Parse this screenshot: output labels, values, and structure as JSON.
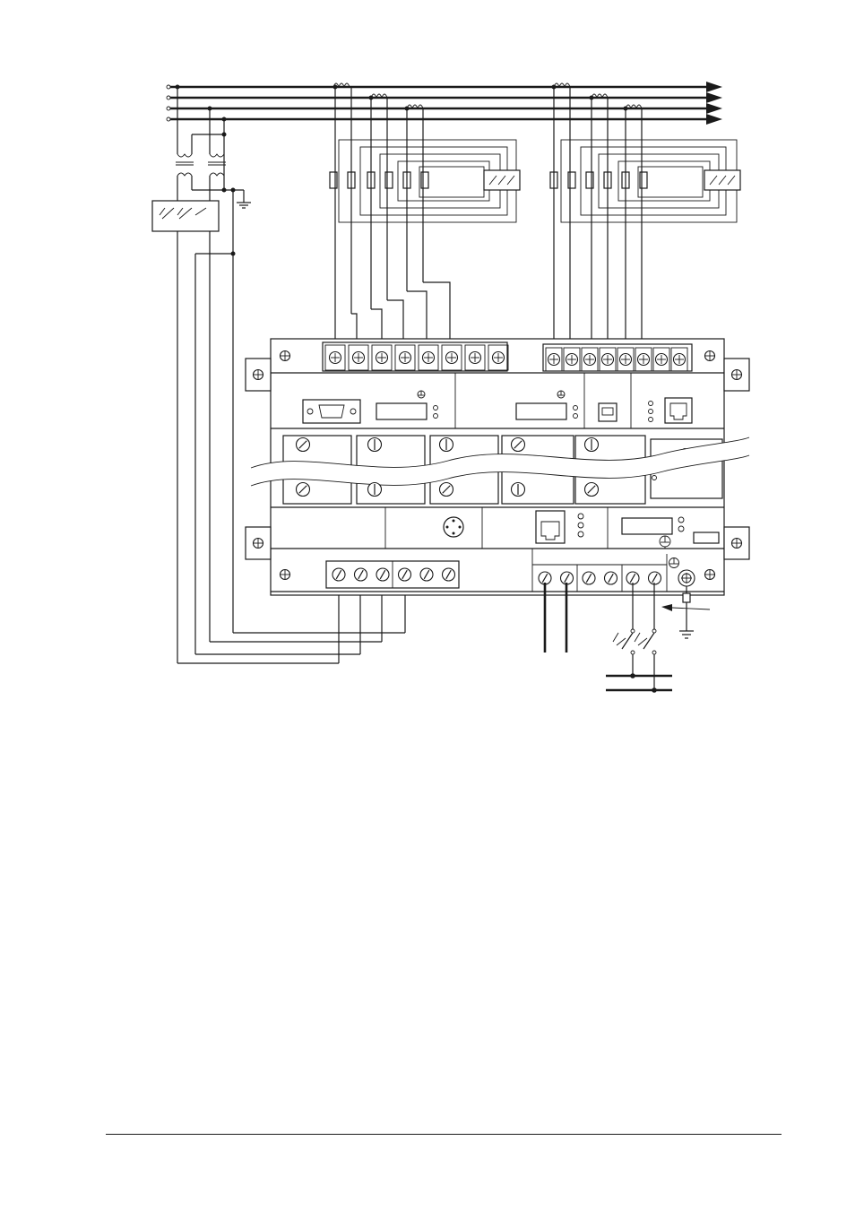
{
  "diagram": {
    "kind": "wiring-schematic",
    "bus_lines": 4,
    "current_transformer_blocks": 2,
    "terminal_screws_top_left": 8,
    "terminal_screws_top_right": 8,
    "terminal_screws_bottom_left": 6,
    "terminal_screws_bottom_right": 6,
    "module_cards": 5,
    "colors": {
      "line": "#1a1a1a",
      "background": "#ffffff",
      "shade": "#d9d9d9"
    }
  }
}
